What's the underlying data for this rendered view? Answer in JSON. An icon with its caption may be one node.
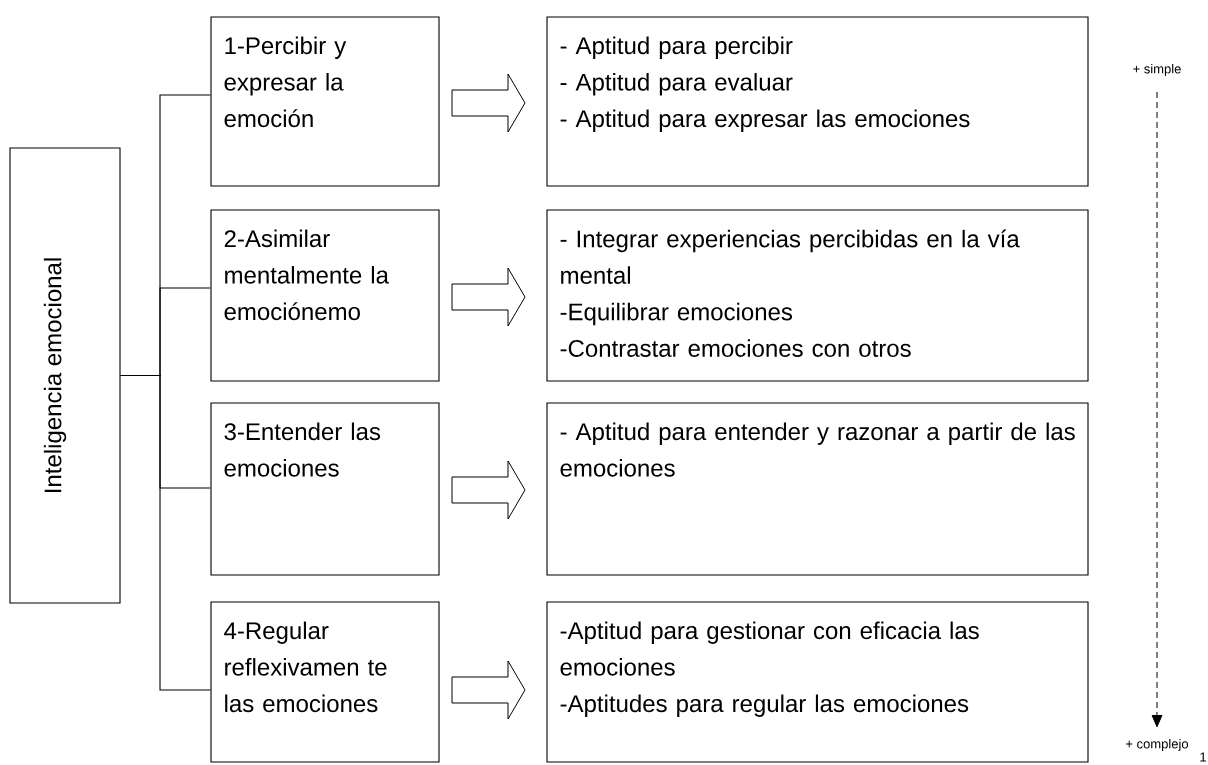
{
  "diagram": {
    "nodes": [
      {
        "text": [
          "Inteligencia emocional"
        ]
      },
      {
        "text": [
          "1-Percibir y expresar la emoción"
        ]
      },
      {
        "text": [
          "2-Asimilar mentalmente la emociónemo"
        ]
      },
      {
        "text": [
          "3-Entender las emociones"
        ]
      },
      {
        "text": [
          "4-Regular reflexivamen te las emociones"
        ]
      },
      {
        "text": [
          "- Aptitud para percibir",
          "- Aptitud para evaluar",
          "- Aptitud para expresar las emociones"
        ]
      },
      {
        "text": [
          "- Integrar experiencias percibidas en la vía mental",
          "-Equilibrar emociones",
          "-Contrastar emociones con otros"
        ]
      },
      {
        "text": [
          "- Aptitud para entender y razonar a partir de las emociones"
        ]
      },
      {
        "text": [
          "-Aptitud para gestionar con eficacia las emociones",
          "-Aptitudes para regular las emociones"
        ]
      }
    ],
    "edges": [
      {
        "from": 0,
        "to": 1,
        "arrow": "none"
      },
      {
        "from": 0,
        "to": 2,
        "arrow": "none"
      },
      {
        "from": 0,
        "to": 3,
        "arrow": "none"
      },
      {
        "from": 0,
        "to": 4,
        "arrow": "none"
      },
      {
        "from": 1,
        "to": 5,
        "arrow": "to"
      },
      {
        "from": 2,
        "to": 6,
        "arrow": "to"
      },
      {
        "from": 3,
        "to": 7,
        "arrow": "to"
      },
      {
        "from": 4,
        "to": 8,
        "arrow": "to"
      }
    ],
    "labels": [
      "+ simple",
      "+ complejo",
      "1"
    ]
  }
}
